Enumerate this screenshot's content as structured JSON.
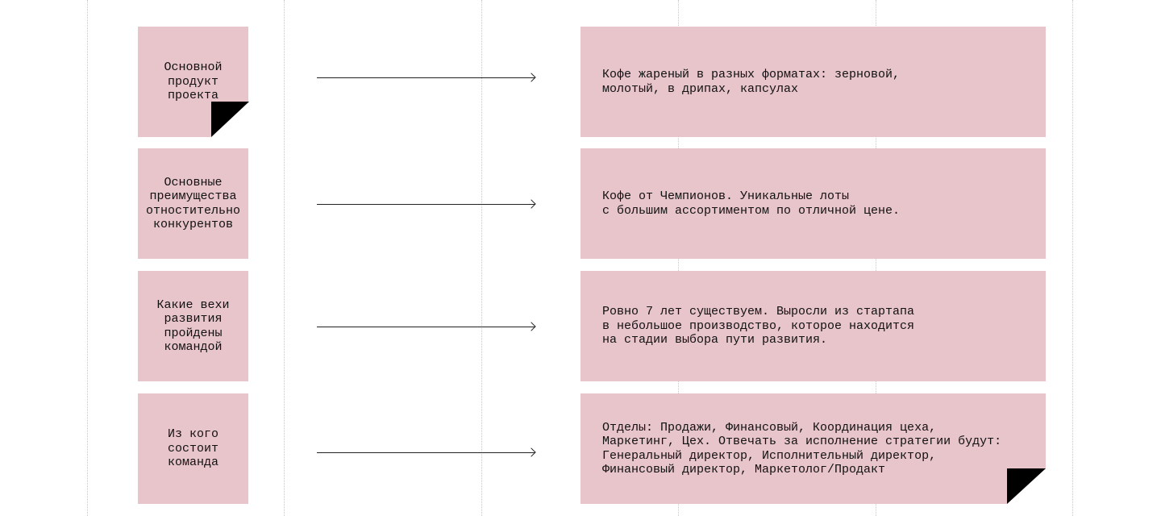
{
  "rows": [
    {
      "question": "Основной\nпродукт\nпроекта",
      "answer": "Кофе жареный в разных форматах: зерновой,\nмолотый, в дрипах, капсулах"
    },
    {
      "question": "Основные\nпреимущества\nотностительно\nконкурентов",
      "answer": "Кофе от Чемпионов. Уникальные лоты\nс большим ассортиментом по отличной цене."
    },
    {
      "question": "Какие вехи\nразвития\nпройдены\nкомандой",
      "answer": "Ровно 7 лет существуем. Выросли из стартапа\nв небольшое производство, которое находится\nна стадии выбора пути развития."
    },
    {
      "question": "Из кого\nсостоит\nкоманда",
      "answer": "Отделы: Продажи, Финансовый, Координация цеха,\nМаркетинг, Цех. Отвечать за исполнение стратегии будут:\nГенеральный директор, Исполнительный директор,\nФинансовый директор, Маркетолог/Продакт"
    }
  ],
  "colors": {
    "card": "#e8c4cb",
    "fold": "#000000"
  }
}
